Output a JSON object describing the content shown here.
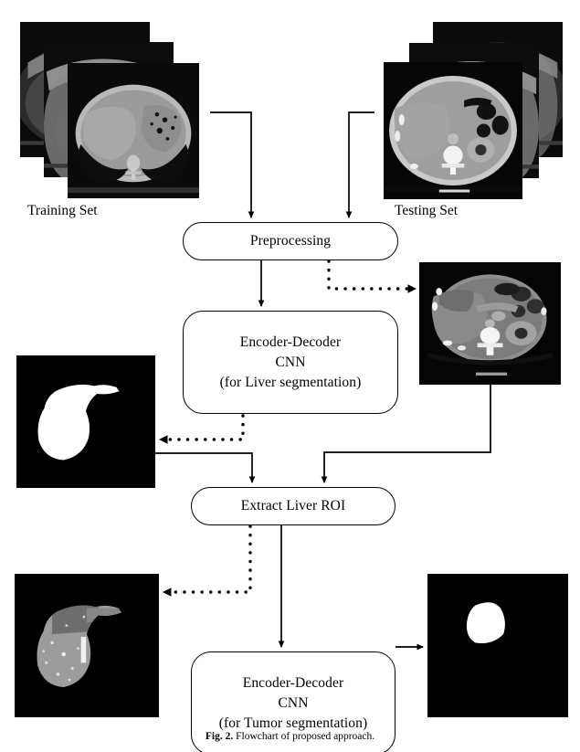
{
  "figure": {
    "caption_bold": "Fig. 2.",
    "caption_rest": " Flowchart of proposed approach."
  },
  "inputs": {
    "training": {
      "label": "Training Set",
      "icon": "ct-slice-stack-icon",
      "slice_count": 3
    },
    "testing": {
      "label": "Testing Set",
      "icon": "ct-slice-stack-icon",
      "slice_count": 3
    }
  },
  "nodes": [
    {
      "id": "preprocessing",
      "label": "Preprocessing"
    },
    {
      "id": "cnn_liver",
      "label": "Encoder-Decoder\nCNN\n(for Liver segmentation)"
    },
    {
      "id": "extract_roi",
      "label": "Extract Liver ROI"
    },
    {
      "id": "cnn_tumor",
      "label": "Encoder-Decoder\nCNN\n(for Tumor segmentation)"
    }
  ],
  "images": [
    {
      "id": "preprocessed_ct",
      "icon": "ct-slice-preprocessed-icon"
    },
    {
      "id": "liver_mask",
      "icon": "liver-binary-mask-icon"
    },
    {
      "id": "liver_roi",
      "icon": "liver-roi-grayscale-icon"
    },
    {
      "id": "tumor_mask",
      "icon": "tumor-binary-mask-icon"
    }
  ],
  "edges": [
    {
      "from": "training_set",
      "to": "preprocessing",
      "style": "solid"
    },
    {
      "from": "testing_set",
      "to": "preprocessing",
      "style": "solid"
    },
    {
      "from": "preprocessing",
      "to": "cnn_liver",
      "style": "solid"
    },
    {
      "from": "preprocessing",
      "to": "preprocessed_ct",
      "style": "dotted"
    },
    {
      "from": "cnn_liver",
      "to": "liver_mask",
      "style": "dotted"
    },
    {
      "from": "liver_mask",
      "to": "extract_roi",
      "style": "solid"
    },
    {
      "from": "preprocessed_ct",
      "to": "extract_roi",
      "style": "solid"
    },
    {
      "from": "extract_roi",
      "to": "liver_roi",
      "style": "dotted"
    },
    {
      "from": "extract_roi",
      "to": "cnn_tumor",
      "style": "solid"
    },
    {
      "from": "cnn_tumor",
      "to": "tumor_mask",
      "style": "solid"
    }
  ],
  "colors": {
    "stroke": "#000000",
    "background": "#ffffff",
    "plate_background": "#000000",
    "mask_foreground": "#ffffff"
  }
}
